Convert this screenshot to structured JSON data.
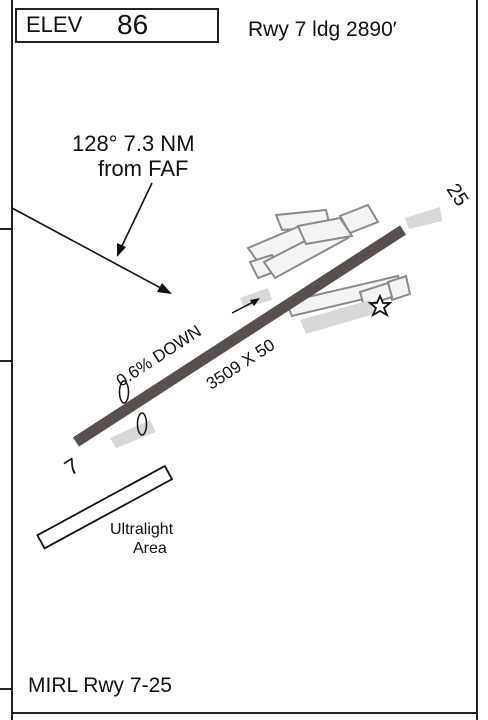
{
  "header": {
    "elev_label": "ELEV",
    "elev_value": "86",
    "landing_distance": "Rwy 7 ldg 2890′"
  },
  "approach_note": {
    "line1": "128° 7.3 NM",
    "line2": "from FAF"
  },
  "runway": {
    "end_west": "7",
    "end_east": "25",
    "dimensions": "3509 X 50",
    "gradient": "0.6% DOWN"
  },
  "ultralight_area": {
    "line1": "Ultralight",
    "line2": "Area"
  },
  "lighting": "MIRL Rwy 7-25",
  "colors": {
    "runway": "#5a504b",
    "frame": "#222222",
    "buildings": "#8a8a8a"
  },
  "icons": [
    "star-beacon-icon",
    "gradient-arrow-icon"
  ]
}
